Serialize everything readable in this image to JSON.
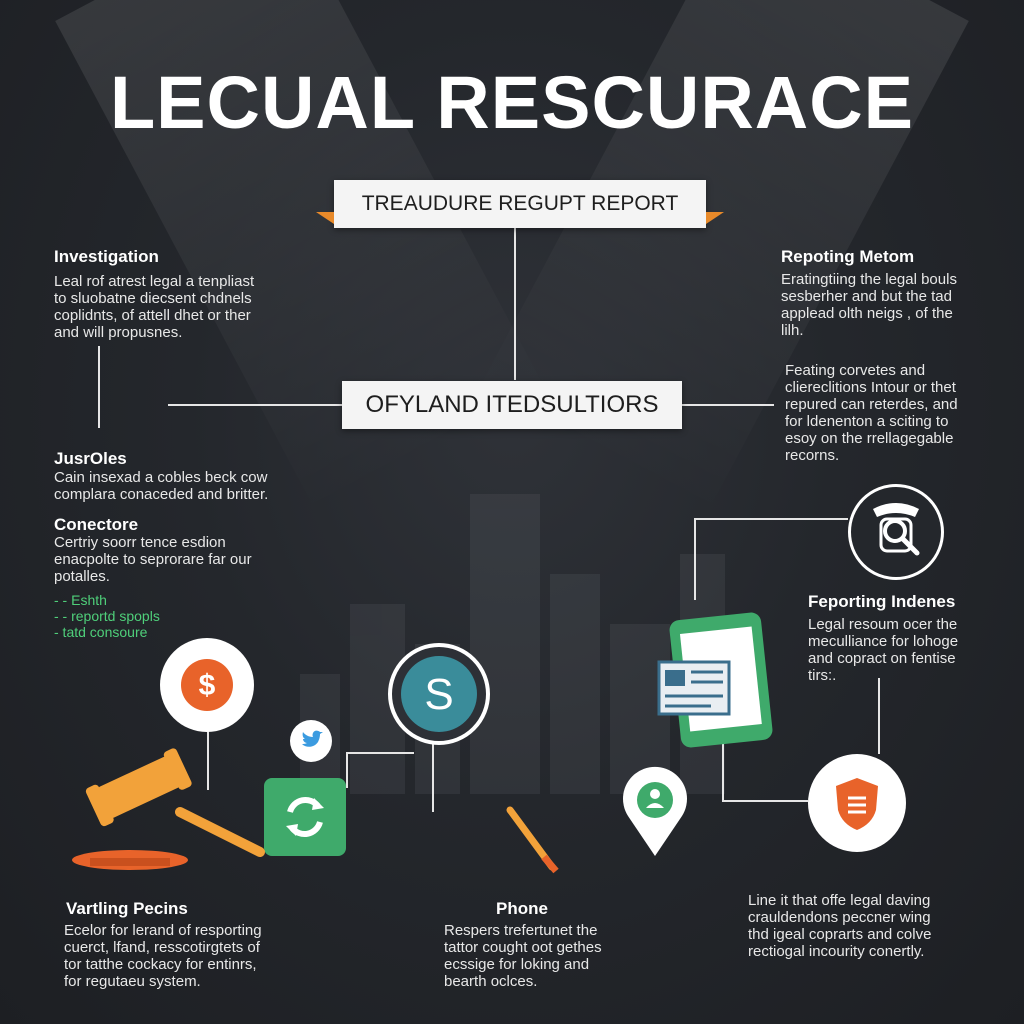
{
  "title": "LECUAL RESCURACE",
  "top_box": "TREAUDURE REGUPT REPORT",
  "center_box": "OFYLAND ITEDSULTIORS",
  "investigation": {
    "heading": "Investigation",
    "lines": [
      "Leal rof atrest legal a tenpliast",
      "to sluobatne diecsent chdnels",
      "coplidnts, of attell dhet or ther",
      "and will propusnes."
    ]
  },
  "jusroles": {
    "heading": "JusrOles",
    "lines": [
      "Cain insexad a cobles beck cow",
      "complara conaceded and britter."
    ]
  },
  "conectore": {
    "heading": "Conectore",
    "lines": [
      "Certriy soorr tence esdion",
      "enacpolte to seprorare far our",
      "potalles."
    ],
    "bullets": [
      "- - Eshth",
      "- - reportd spopls",
      "- tatd consoure"
    ]
  },
  "reporting_method": {
    "heading": "Repoting Metom",
    "lines": [
      "Eratingtiing the legal bouls",
      "sesberher and but the tad",
      "applead olth neigs , of the",
      "lilh."
    ]
  },
  "features": {
    "lines": [
      "Feating corvetes and",
      "cliereclitions Intour or thet",
      "repured can reterdes, and",
      "for ldenenton a sciting to",
      "esoy on the rrellagegable",
      "recorns."
    ]
  },
  "reporting_indenes": {
    "heading": "Feporting Indenes",
    "lines": [
      "Legal resoum ocer the",
      "meculliance for lohoge",
      "and copract on fentise",
      "tirs:."
    ]
  },
  "varting": {
    "heading": "Vartling Pecins",
    "lines": [
      "Ecelor for lerand of resporting",
      "cuerct, lfand, resscotirgtets of",
      "tor tatthe cockacy for entinrs,",
      "for regutaeu system."
    ]
  },
  "phone": {
    "heading": "Phone",
    "lines": [
      "Respers trefertunet the",
      "tattor cought oot gethes",
      "ecssige for loking and",
      "bearth oclces."
    ]
  },
  "line_block": {
    "lines": [
      "Line it that offe legal daving",
      "crauldendons peccner wing",
      "thd igeal coprarts and colve",
      "rectiogal incourity conertly."
    ]
  },
  "icons": {
    "dollar": "dollar-icon",
    "s_coin": "s-coin-icon",
    "twitter": "twitter-bird-icon",
    "sync": "sync-icon",
    "gavel": "gavel-icon",
    "pen": "pen-icon",
    "location": "location-pin-icon",
    "phone": "mobile-phone-icon",
    "shield": "shield-icon",
    "search_phone": "telephone-search-icon"
  },
  "colors": {
    "accent_orange": "#e8632a",
    "accent_teal": "#3a8c9a",
    "accent_green": "#3faa6b",
    "gavel": "#f2a23a"
  }
}
